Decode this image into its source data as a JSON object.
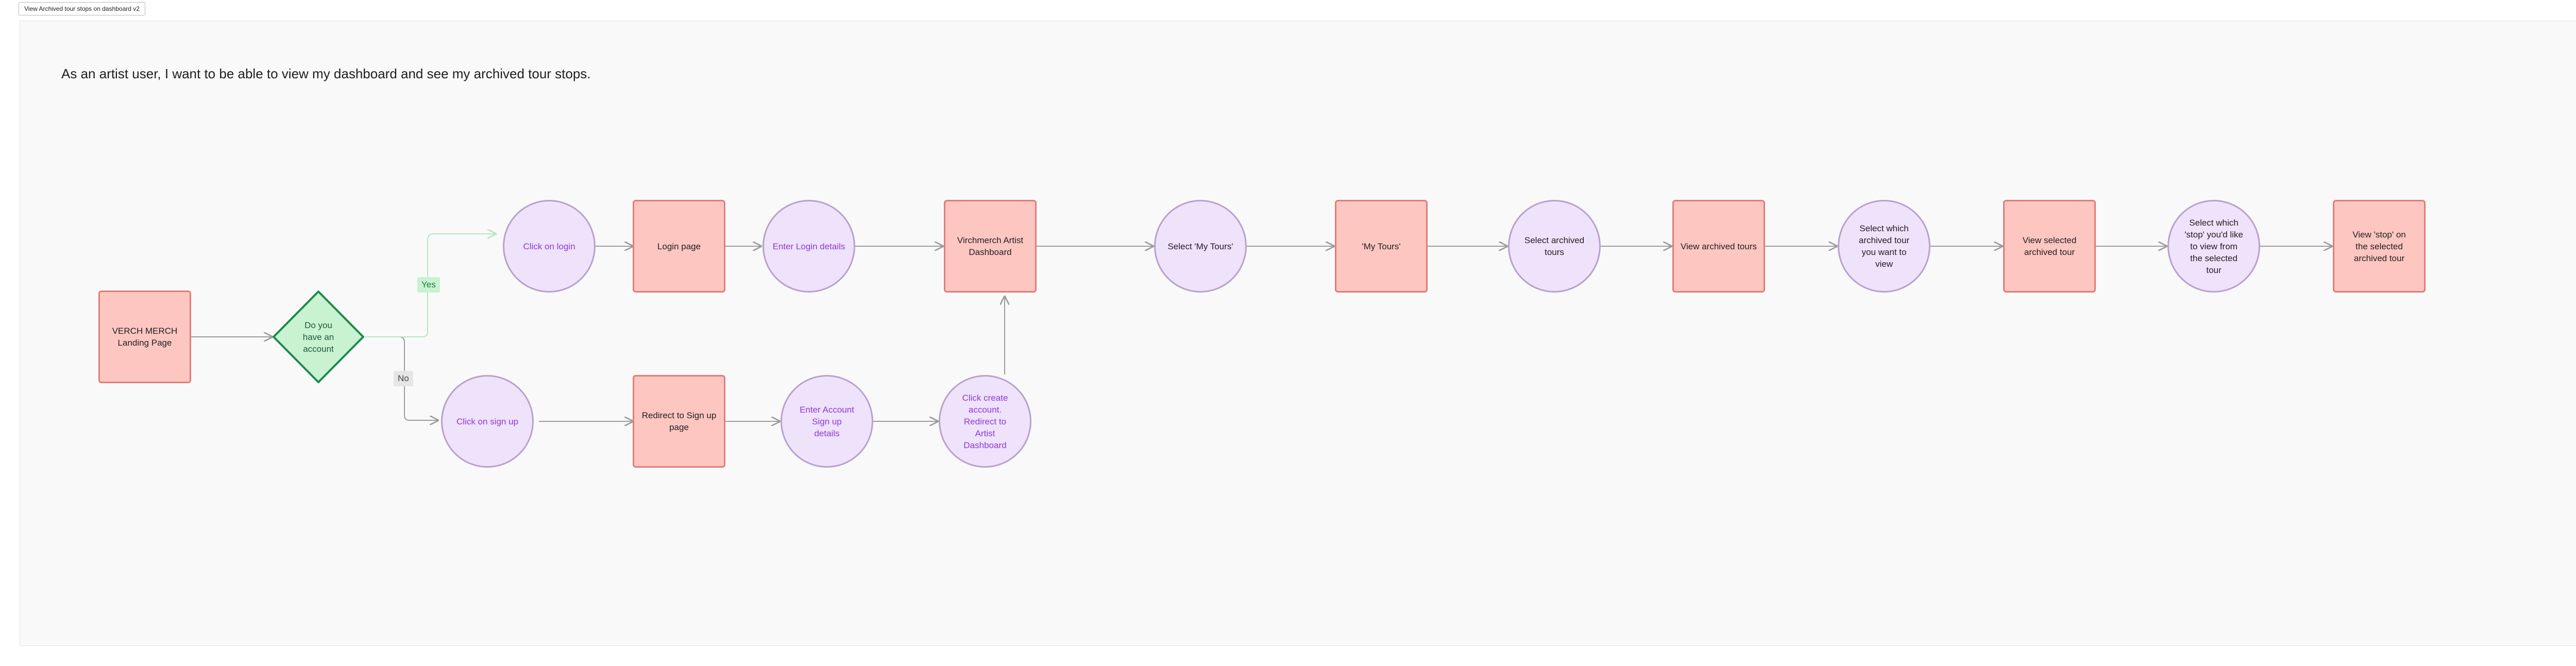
{
  "board": {
    "frame_tab": "View Archived tour stops on dashboard v2",
    "heading": "As an artist user, I want to be able to view my dashboard and see my archived tour stops."
  },
  "nodes": {
    "landing": "VERCH MERCH Landing Page",
    "decision": "Do you have an account",
    "click_login": "Click on login",
    "login_page": "Login page",
    "enter_login": "Enter Login details",
    "dashboard": "Virchmerch Artist Dashboard",
    "select_my_tours": "Select 'My Tours'",
    "my_tours": "'My Tours'",
    "select_archived": "Select archived tours",
    "view_archived": "View archived tours",
    "select_which": "Select which archived tour you want to view",
    "view_selected": "View selected archived tour",
    "select_stop": "Select which 'stop' you'd like to view from the selected tour",
    "view_stop": "View 'stop' on the selected archived tour",
    "click_signup": "Click on sign up",
    "redirect_signup": "Redirect to Sign up page",
    "enter_account": "Enter Account Sign up details",
    "click_create": "Click create account. Redirect to Artist Dashboard"
  },
  "edge_labels": {
    "yes": "Yes",
    "no": "No"
  },
  "colors": {
    "rect_fill": "#fec6c0",
    "rect_border": "#e07d7a",
    "circle_fill": "#efe2fb",
    "circle_border": "#b8a1cc",
    "decision_fill": "#c8f2d0",
    "decision_border": "#1f8a4c",
    "connector": "#9c9c9c",
    "yes_connector": "#b6e7c1",
    "purple_text": "#8b3ad6"
  }
}
